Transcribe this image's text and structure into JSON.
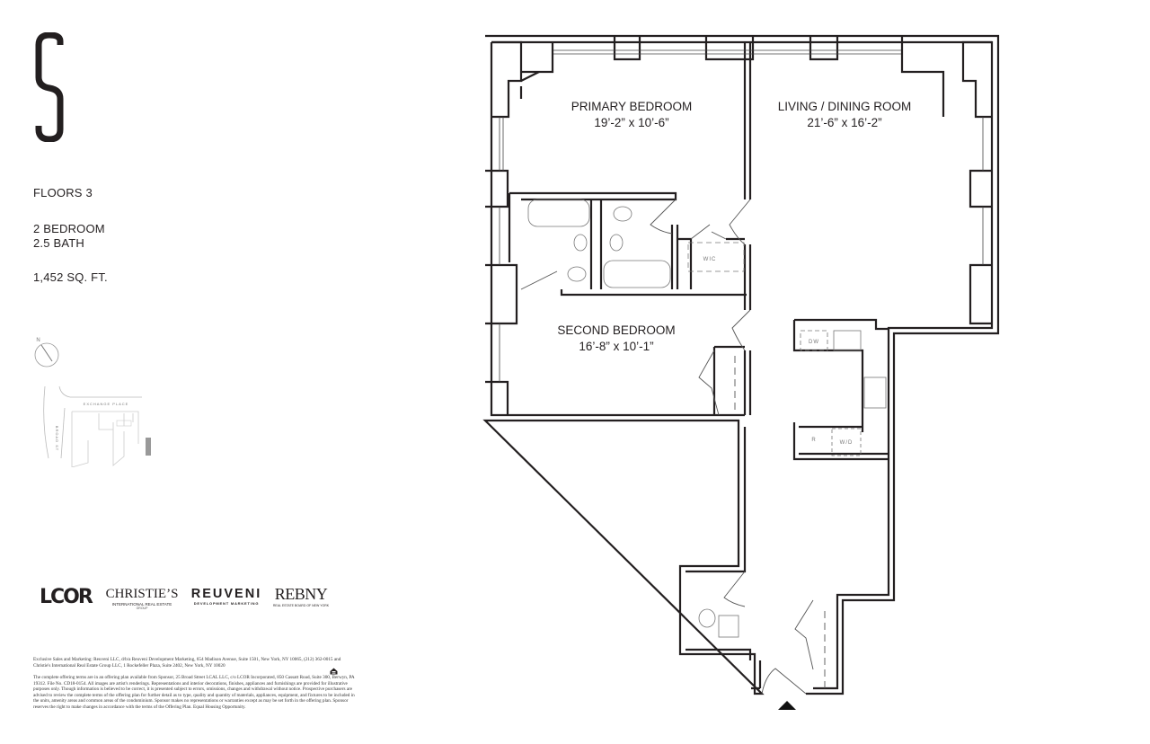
{
  "brand": {
    "logo_letter": "S"
  },
  "unit_info": {
    "floors": "FLOORS 3",
    "bedrooms": "2 BEDROOM",
    "baths": "2.5 BATH",
    "area": "1,452 SQ. FT."
  },
  "key_plan": {
    "north": "N",
    "street_top": "EXCHANGE PLACE",
    "street_left": "BROAD ST"
  },
  "rooms": [
    {
      "name": "PRIMARY BEDROOM",
      "dims": "19’-2” x 10’-6”"
    },
    {
      "name": "LIVING / DINING ROOM",
      "dims": "21’-6” x 16’-2”"
    },
    {
      "name": "SECOND BEDROOM",
      "dims": "16’-8” x 10’-1”"
    }
  ],
  "fixtures": {
    "wic": "WIC",
    "dw": "DW",
    "wd": "W/D",
    "fridge": "R"
  },
  "logos": {
    "lcor": "LCOR",
    "christies": "CHRISTIE’S",
    "christies_sub": "INTERNATIONAL REAL ESTATE",
    "christies_group": "GROUP",
    "reuveni": "REUVENI",
    "reuveni_sub": "DEVELOPMENT MARKETING",
    "rebny": "REBNY",
    "rebny_sub": "REAL ESTATE BOARD OF NEW YORK"
  },
  "legal": {
    "sales": "Exclusive Sales and Marketing: Reuveni LLC, d/b/a Reuveni Development Marketing, 654 Madison Avenue, Suite 1501, New York, NY 10065, (212) 362-0015 and Christie's International Real Estate Group LLC, 1 Rockefeller Plaza, Suite 2402, New York, NY 10020",
    "disclaimer": "The complete offering terms are in an offering plan available from Sponsor, 25 Broad Street LCAL LLC, c/o LCOR Incorporated, 850 Cassatt Road, Suite 300, Berwyn, PA 19312. File No. CD18-0154. All images are artist's renderings. Representations and interior decorations, finishes, appliances and furnishings are provided for illustrative purposes only. Though information is believed to be correct, it is presented subject to errors, omissions, changes and withdrawal without notice. Prospective purchasers are advised to review the complete terms of the offering plan for further detail as to type, quality and quantity of materials, appliances, equipment, and fixtures to be included in the units, amenity areas and common areas of the condominium. Sponsor makes no representations or warranties except as may be set forth in the offering plan. Sponsor reserves the right to make changes in accordance with the terms of the Offering Plan. Equal Housing Opportunity."
  }
}
